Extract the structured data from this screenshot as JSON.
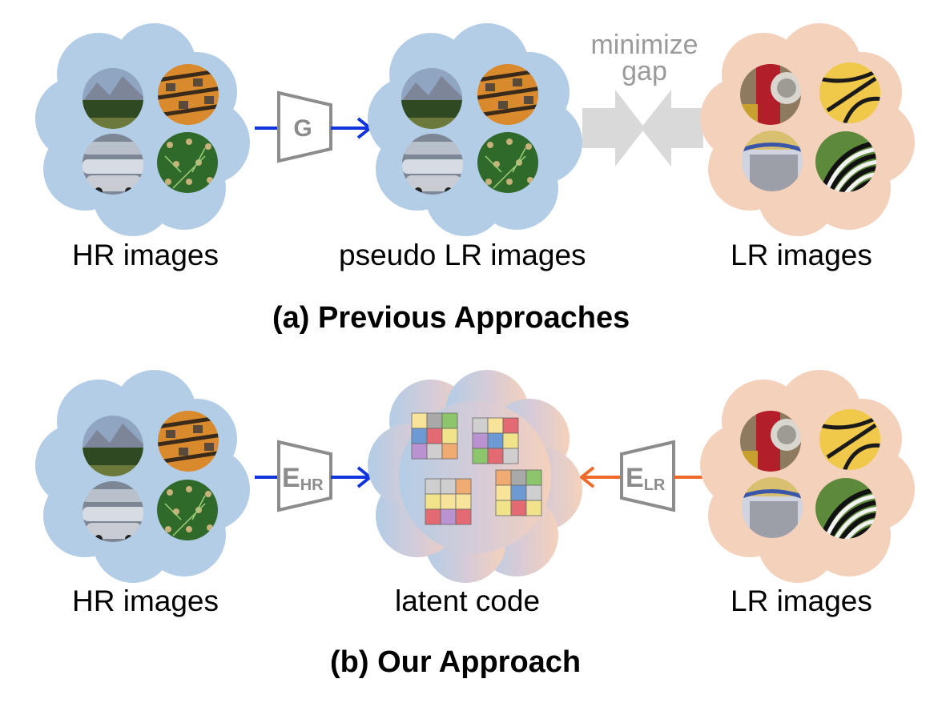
{
  "labels": {
    "hr_images_a": "HR images",
    "pseudo_lr_images": "pseudo LR images",
    "lr_images_a": "LR images",
    "hr_images_b": "HR images",
    "latent_code": "latent code",
    "lr_images_b": "LR images"
  },
  "captions": {
    "a": "(a) Previous Approaches",
    "b": "(b) Our Approach"
  },
  "annotations": {
    "minimize_line1": "minimize",
    "minimize_line2": "gap"
  },
  "modules": {
    "generator": "G",
    "encoder_hr_main": "E",
    "encoder_hr_sub": "HR",
    "encoder_lr_main": "E",
    "encoder_lr_sub": "LR"
  },
  "colors": {
    "hr_cloud": "#b3cde6",
    "lr_cloud": "#f4d1bb",
    "arrow_blue": "#1133dd",
    "arrow_orange": "#ee6a2a",
    "module_gray": "#8c8c8c",
    "gap_arrow": "#d9d9d9",
    "grid_palette": [
      "#f8e39a",
      "#a9a9a9",
      "#8cc56b",
      "#6d9ad2",
      "#e36a72",
      "#f0e38a",
      "#bb92d1",
      "#f0ab72",
      "#cfcfcf"
    ]
  }
}
